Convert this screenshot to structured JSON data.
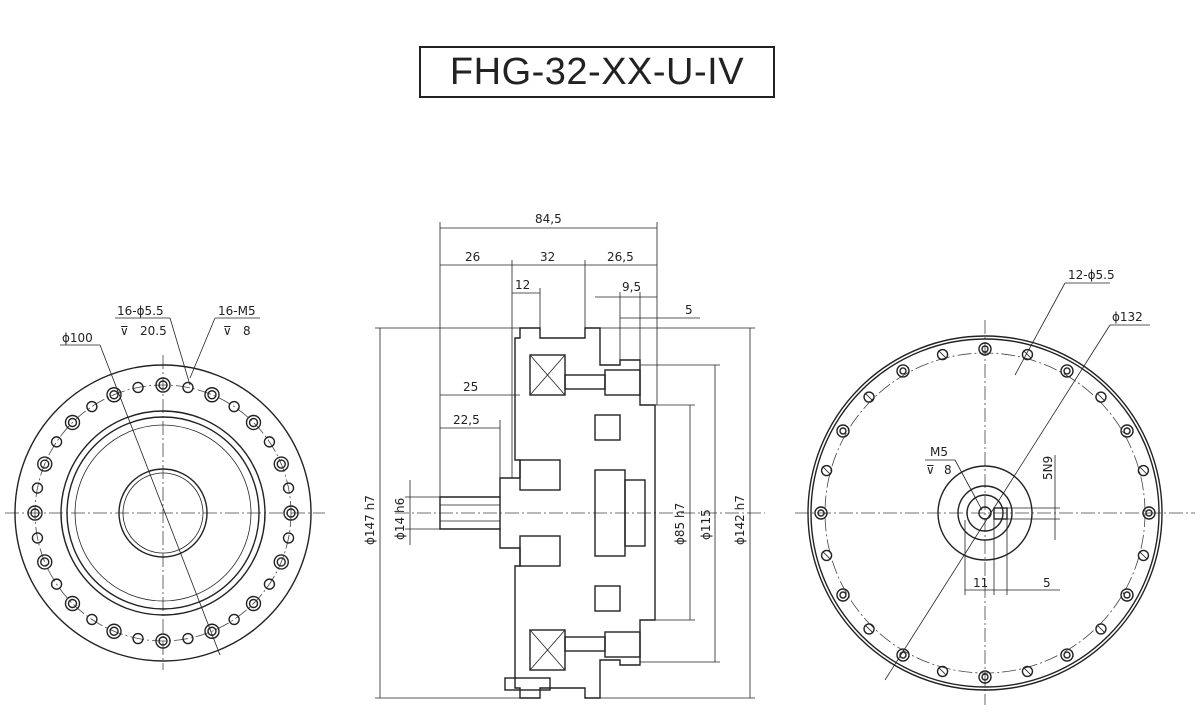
{
  "title": "FHG-32-XX-U-IV",
  "front_view": {
    "d_outer": "ϕ100",
    "holes_a": "16-ϕ5.5",
    "holes_a_depth": "20.5",
    "holes_b": "16-M5",
    "holes_b_depth": "8",
    "depth_symbol": "⊽",
    "hole_count": 16
  },
  "side_view": {
    "overall": "84,5",
    "seg1": "26",
    "seg2": "32",
    "seg3": "26,5",
    "flange": "12",
    "d95": "9,5",
    "d5": "5",
    "len25": "25",
    "len225": "22,5",
    "d147": "ϕ147 h7",
    "d14": "ϕ14 h6",
    "d85": "ϕ85 h7",
    "d115": "ϕ115",
    "d142": "ϕ142 h7"
  },
  "rear_view": {
    "holes": "12-ϕ5.5",
    "pcd": "ϕ132",
    "tap": "M5",
    "tap_depth": "8",
    "depth_symbol": "⊽",
    "key": "5N9",
    "dim11": "11",
    "dim5": "5"
  }
}
